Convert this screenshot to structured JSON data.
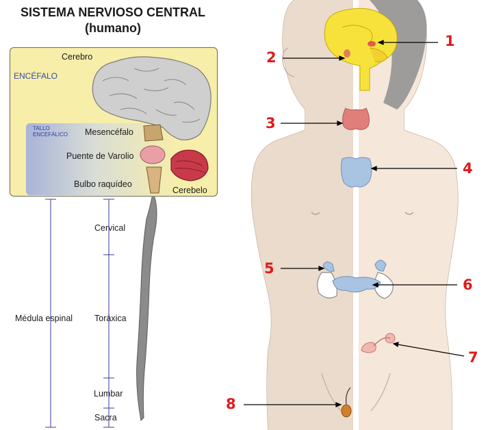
{
  "left": {
    "title_line1": "SISTEMA NERVIOSO CENTRAL",
    "title_line2": "(humano)",
    "encefalo": "ENCÉFALO",
    "cerebro": "Cerebro",
    "tallo": "TALLO\nENCEFÁLICO",
    "mesencefalo": "Mesencéfalo",
    "puente": "Puente de Varolio",
    "bulbo": "Bulbo raquídeo",
    "cerebelo": "Cerebelo",
    "medula": "Médula espinal",
    "cervical": "Cervical",
    "toraxica": "Toráxica",
    "lumbar": "Lumbar",
    "sacra": "Sacra"
  },
  "right": {
    "labels": [
      "1",
      "2",
      "3",
      "4",
      "5",
      "6",
      "7",
      "8"
    ]
  },
  "colors": {
    "skin": "#f2dfc8",
    "pink_skin": "#e8c5a9",
    "brain_yellow": "#f7e23c",
    "number_red": "#e01b1b",
    "thyroid": "#e07f7a",
    "gland_blue": "#a9c4e3",
    "encefalo_box": "#f7eeaa"
  }
}
